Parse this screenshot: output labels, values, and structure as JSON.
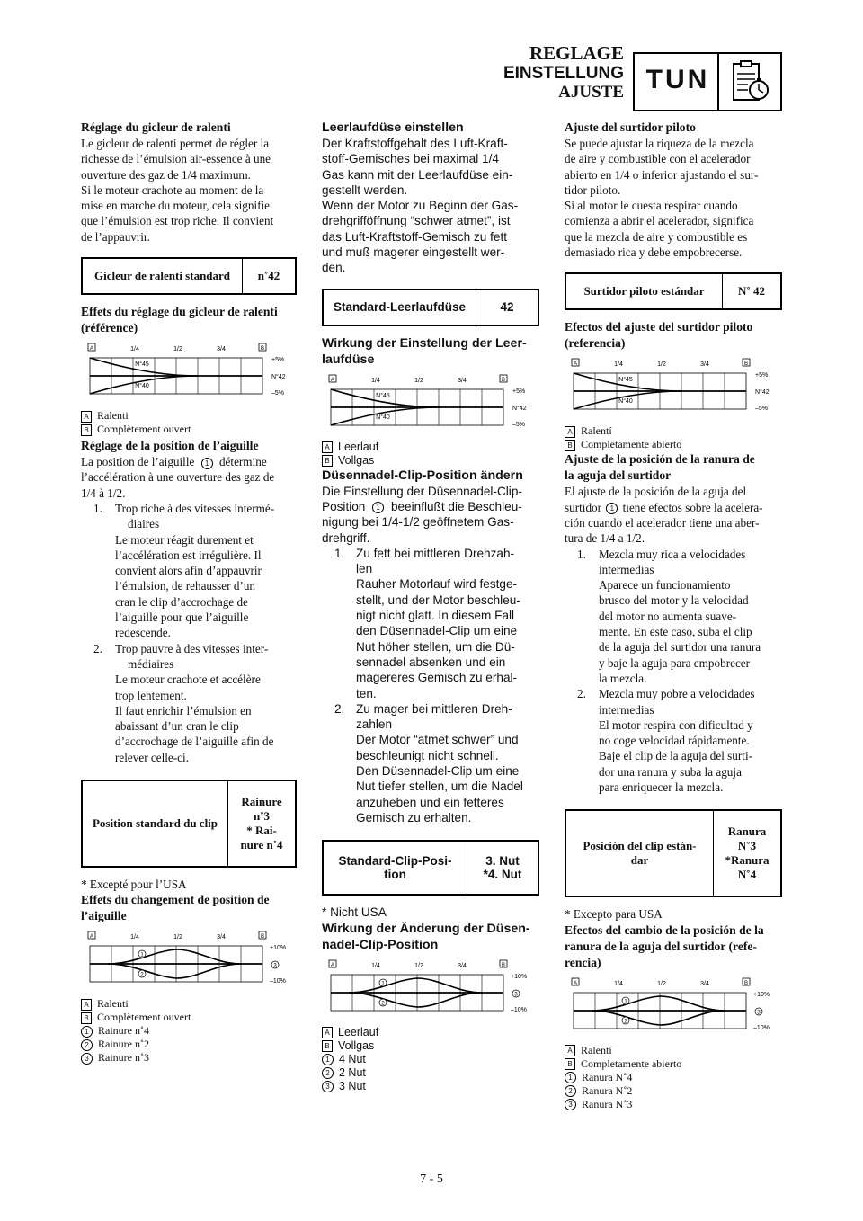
{
  "header": {
    "title_fr": "REGLAGE",
    "title_de": "EINSTELLUNG",
    "title_es": "AJUSTE",
    "section_code": "TUN"
  },
  "page_number": "7 - 5",
  "diagram": {
    "A": "A",
    "B": "B",
    "ticks": [
      "1/4",
      "1/2",
      "3/4"
    ],
    "pilot_labels": {
      "upper": "N°45",
      "lower": "N°40",
      "plus": "+5%",
      "mid": "N°42",
      "minus": "–5%"
    },
    "needle_labels": {
      "c1": "1",
      "c2": "2",
      "c3": "3",
      "plus": "+10%",
      "minus": "–10%"
    }
  },
  "fr": {
    "pilot_title": "Réglage du gicleur de ralenti",
    "pilot_text": [
      "Le gicleur de ralenti permet de régler la",
      "richesse de l’émulsion air-essence à une",
      "ouverture des gaz de 1/4 maximum.",
      "Si le moteur crachote au moment de la",
      "mise en marche du moteur, cela signifie",
      "que l’émulsion est trop riche. Il convient",
      "de l’appauvrir."
    ],
    "pilot_spec_label": "Gicleur de ralenti standard",
    "pilot_spec_value": "n˚42",
    "effects_title": [
      "Effets du réglage du gicleur de ralenti",
      "(référence)"
    ],
    "legend_a": "Ralenti",
    "legend_b": "Complètement ouvert",
    "needle_title": "Réglage de la position de l’aiguille",
    "needle_intro": [
      "La position de l’aiguille",
      "détermine",
      "l’accélération à une ouverture des gaz de",
      "1/4 à 1/2."
    ],
    "item1": [
      "1.",
      "Trop riche à des vitesses intermé-",
      "diaires",
      "Le moteur réagit durement et",
      "l’accélération est irrégulière. Il",
      "convient alors afin d’appauvrir",
      "l’émulsion, de rehausser d’un",
      "cran le clip d’accrochage de",
      "l’aiguille pour que l’aiguille",
      "redescende."
    ],
    "item2": [
      "2.",
      "Trop pauvre à des vitesses inter-",
      "médiaires",
      "Le moteur crachote et accélère",
      "trop lentement.",
      "Il faut enrichir l’émulsion en",
      "abaissant d’un cran le clip",
      "d’accrochage de l’aiguille afin de",
      "relever celle-ci."
    ],
    "clip_spec_label": "Position standard du clip",
    "clip_spec_value": [
      "Rainure",
      "n˚3",
      "* Rai-",
      "nure n˚4"
    ],
    "note": "*  Excepté pour l’USA",
    "clip_effects_title": [
      "Effets du changement de position de",
      "l’aiguille"
    ],
    "legend_1": "Rainure n˚4",
    "legend_2": "Rainure n˚2",
    "legend_3": "Rainure n˚3"
  },
  "de": {
    "pilot_title": "Leerlaufdüse einstellen",
    "pilot_text": [
      "Der Kraftstoffgehalt des Luft-Kraft-",
      "stoff-Gemisches bei maximal 1/4",
      "Gas kann mit der Leerlaufdüse ein-",
      "gestellt werden.",
      "Wenn der Motor zu Beginn der Gas-",
      "drehgrifföffnung “schwer atmet”, ist",
      "das Luft-Kraftstoff-Gemisch zu fett",
      "und muß magerer eingestellt wer-",
      "den."
    ],
    "pilot_spec_label": "Standard-Leerlaufdüse",
    "pilot_spec_value": "42",
    "effects_title": [
      "Wirkung der Einstellung der Leer-",
      "laufdüse"
    ],
    "legend_a": "Leerlauf",
    "legend_b": "Vollgas",
    "needle_title": "Düsennadel-Clip-Position ändern",
    "needle_intro": [
      "Die Einstellung der Düsennadel-Clip-",
      "Position",
      "beeinflußt die Beschleu-",
      "nigung bei 1/4-1/2 geöffnetem Gas-",
      "drehgriff."
    ],
    "item1": [
      "1.",
      "Zu fett bei mittleren Drehzah-",
      "len",
      "Rauher Motorlauf wird festge-",
      "stellt, und der Motor beschleu-",
      "nigt nicht glatt. In diesem Fall",
      "den Düsennadel-Clip um eine",
      "Nut höher stellen, um die Dü-",
      "sennadel absenken und ein",
      "magereres Gemisch zu erhal-",
      "ten."
    ],
    "item2": [
      "2.",
      "Zu mager bei mittleren Dreh-",
      "zahlen",
      "Der Motor “atmet schwer” und",
      "beschleunigt nicht schnell.",
      "Den Düsennadel-Clip um eine",
      "Nut tiefer stellen, um die Nadel",
      "anzuheben und ein fetteres",
      "Gemisch zu erhalten."
    ],
    "clip_spec_label": [
      "Standard-Clip-Posi-",
      "tion"
    ],
    "clip_spec_value": [
      "3. Nut",
      "*4. Nut"
    ],
    "note": "* Nicht USA",
    "clip_effects_title": [
      "Wirkung der Änderung der Düsen-",
      "nadel-Clip-Position"
    ],
    "legend_1": "4 Nut",
    "legend_2": "2 Nut",
    "legend_3": "3 Nut"
  },
  "es": {
    "pilot_title": "Ajuste del surtidor piloto",
    "pilot_text": [
      "Se puede ajustar la riqueza de la mezcla",
      "de aire y combustible con el acelerador",
      "abierto en 1/4 o inferior ajustando el sur-",
      "tidor piloto.",
      "Si al motor le cuesta respirar cuando",
      "comienza a abrir el acelerador, significa",
      "que la mezcla de aire y combustible es",
      "demasiado rica y debe empobrecerse."
    ],
    "pilot_spec_label": "Surtidor piloto estándar",
    "pilot_spec_value": "N˚ 42",
    "effects_title": [
      "Efectos del ajuste del surtidor piloto",
      "(referencia)"
    ],
    "legend_a": "Ralentí",
    "legend_b": "Completamente abierto",
    "needle_title": [
      "Ajuste de la posición de la ranura de",
      "la aguja del surtidor"
    ],
    "needle_intro": [
      "El ajuste de la posición de la aguja del",
      "surtidor",
      "tiene efectos sobre la acelera-",
      "ción cuando el acelerador tiene una aber-",
      "tura de 1/4 a 1/2."
    ],
    "item1": [
      "1.",
      "Mezcla muy rica a velocidades",
      "intermedias",
      "Aparece un funcionamiento",
      "brusco del motor y la velocidad",
      "del motor no aumenta suave-",
      "mente. En este caso, suba el clip",
      "de la aguja del surtidor una ranura",
      "y baje la aguja para empobrecer",
      "la mezcla."
    ],
    "item2": [
      "2.",
      "Mezcla muy pobre a velocidades",
      "intermedias",
      "El motor respira con dificultad y",
      "no coge velocidad rápidamente.",
      "Baje el clip de la aguja del surti-",
      "dor una ranura y suba la aguja",
      "para enriquecer la mezcla."
    ],
    "clip_spec_label": [
      "Posición del clip están-",
      "dar"
    ],
    "clip_spec_value": [
      "Ranura",
      "N˚3",
      "*Ranura",
      "N˚4"
    ],
    "note": "* Excepto para USA",
    "clip_effects_title": [
      "Efectos del cambio de la posición de la",
      "ranura de la aguja del surtidor (refe-",
      "rencia)"
    ],
    "legend_1": "Ranura N˚4",
    "legend_2": "Ranura N˚2",
    "legend_3": "Ranura N˚3"
  }
}
